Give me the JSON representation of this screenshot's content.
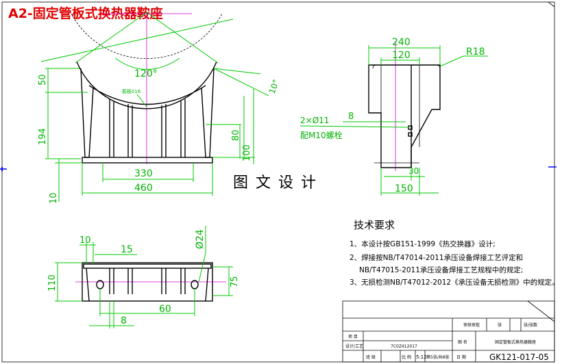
{
  "title": "A2-固定管板式换热器鞍座",
  "watermark": "图 文 设 计",
  "front_view": {
    "angle": "120°",
    "rib_note": "筋板δ16",
    "dims": {
      "d50": "50",
      "d194": "194",
      "d10": "10",
      "d330": "330",
      "d460": "460",
      "d80": "80",
      "d100": "100",
      "d10deg": "10°"
    }
  },
  "side_view": {
    "dims": {
      "d240": "240",
      "d120": "120",
      "r18": "R18",
      "d8": "8",
      "d30": "30",
      "d150": "150"
    },
    "hole_note": "2×Ø11",
    "bolt_note": "配M10螺栓"
  },
  "plan_view": {
    "dims": {
      "d10": "10",
      "d15": "15",
      "d24": "Ø24",
      "d110": "110",
      "d75": "75",
      "d8": "8",
      "d60": "60"
    }
  },
  "tech": {
    "heading": "技术要求",
    "items": [
      "1、本设计按GB151-1999《热交换器》设计;",
      "2、焊接按NB/T47014-2011承压设备焊接工艺评定和",
      "NB/T47015-2011承压设备焊接工艺规程中的规定;",
      "3、无损检测NB/T47012-2012《承压设备无损检测》中的规定。"
    ]
  },
  "title_block": {
    "row1": [
      "审核审批",
      "张",
      "张/张数"
    ],
    "project_label": "项 目",
    "design_label": "设计/工艺",
    "student_id": "7C0Z412017",
    "drawing_label": "图 名",
    "drawing_name": "固定管板式换热器鞍座",
    "scale_label": "比 例",
    "scale": "5:12",
    "date_label": "日 期",
    "sheet": "第5张/共8张",
    "class_label": "班 级",
    "drawing_no": "GK121-017-05"
  }
}
